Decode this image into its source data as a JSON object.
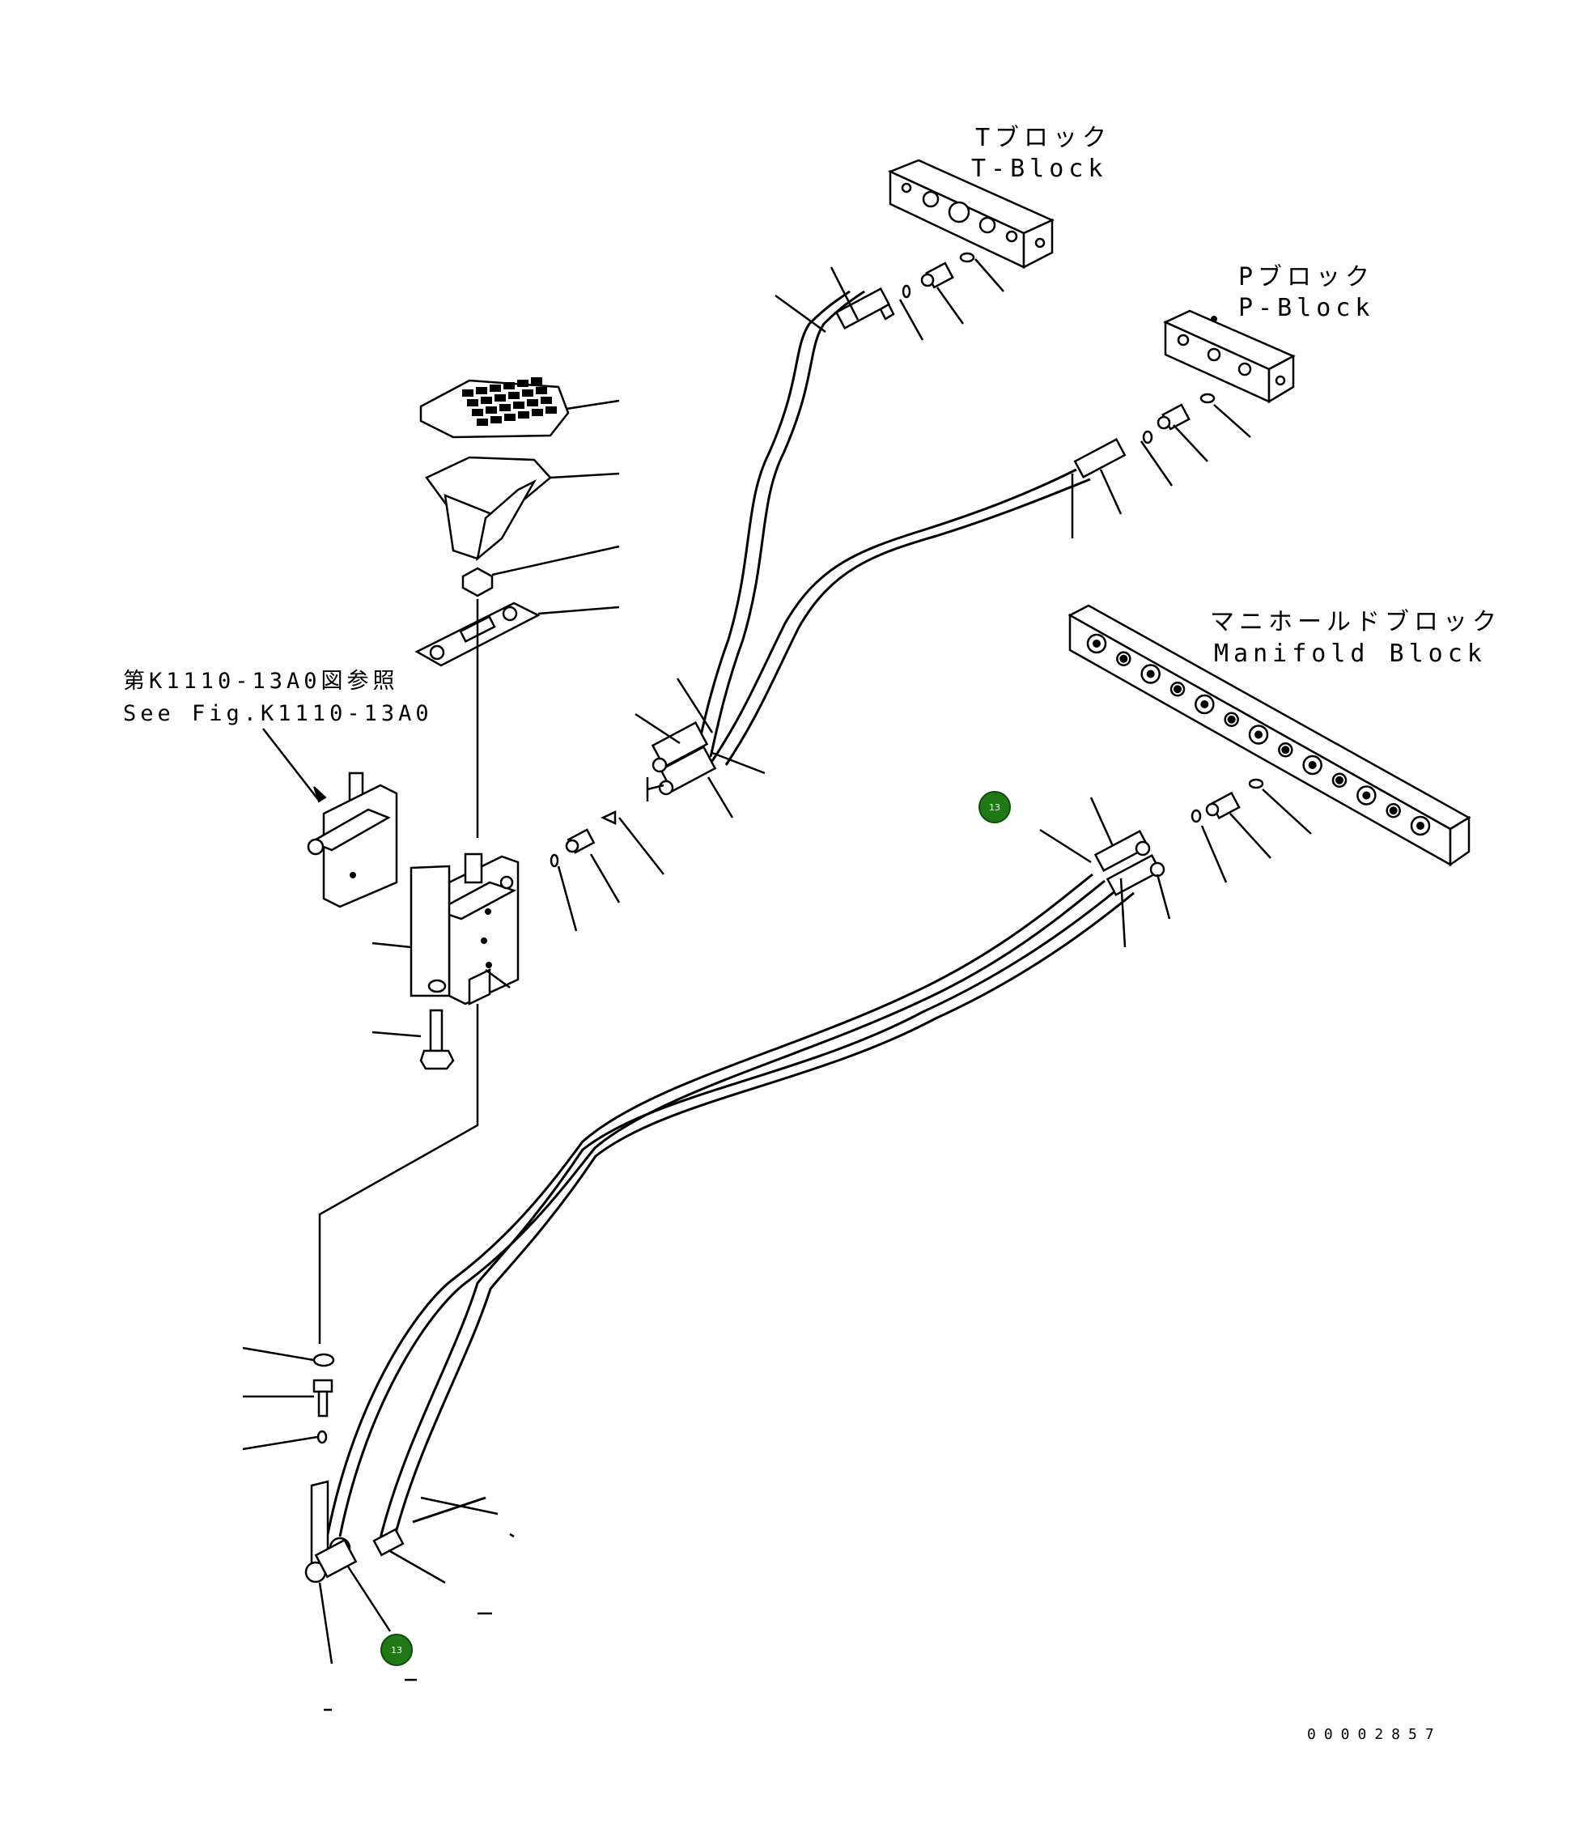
{
  "labels": {
    "t_block_jp": "Tブロック",
    "t_block_en": "T-Block",
    "p_block_jp": "Pブロック",
    "p_block_en": "P-Block",
    "manifold_jp": "マニホールドブロック",
    "manifold_en": "Manifold Block",
    "see_fig_jp": "第K1110-13A0図参照",
    "see_fig_en": "See Fig.K1110-13A0"
  },
  "callouts": [
    {
      "number": "13"
    },
    {
      "number": "13"
    }
  ],
  "drawing_ref": "00002857",
  "colors": {
    "line": "#000000",
    "background": "#ffffff",
    "callout_badge": "#1f7a16",
    "callout_text": "#ffffff"
  }
}
